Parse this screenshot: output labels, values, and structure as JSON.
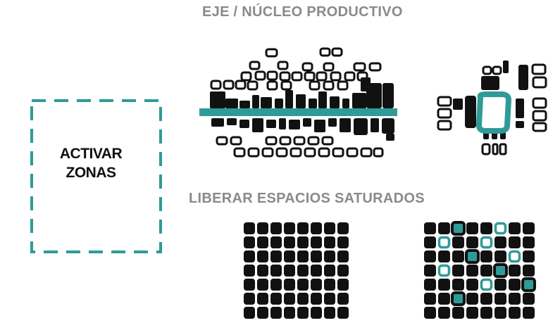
{
  "titles": {
    "top": "EJE / NÚCLEO PRODUCTIVO",
    "middle": "LIBERAR ESPACIOS SATURADOS"
  },
  "action_box": {
    "line1": "ACTIVAR",
    "line2": "ZONAS"
  },
  "colors": {
    "accent": "#2e9b98",
    "ink": "#111111",
    "label": "#8a8a8a"
  },
  "icons": [
    "cluster-eje-diagram",
    "cluster-nucleo-diagram",
    "grid-saturated",
    "grid-liberated"
  ]
}
